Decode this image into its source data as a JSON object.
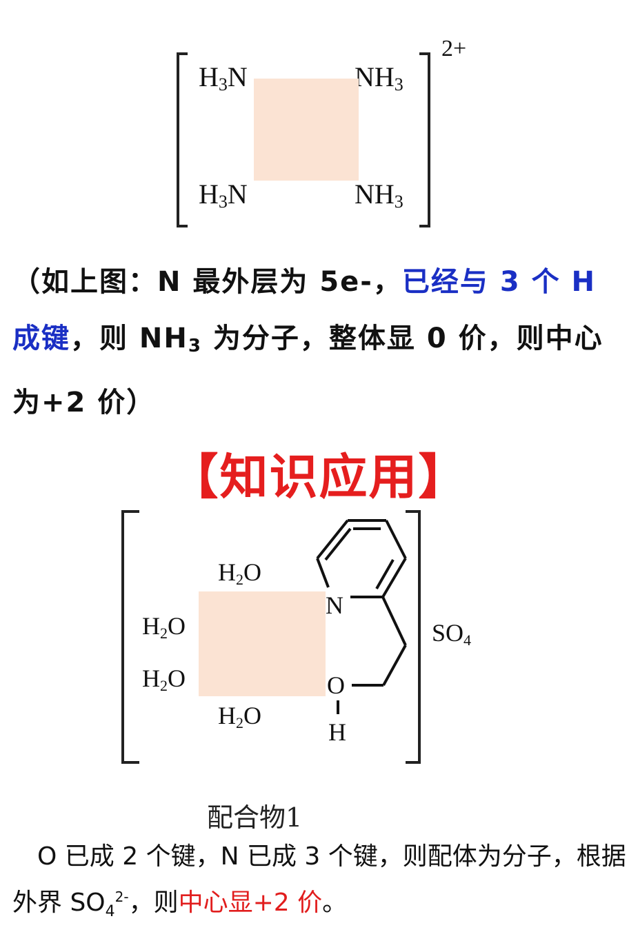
{
  "complex1": {
    "ligand_tl_main": "H",
    "ligand_tl_sub": "3",
    "ligand_tl_end": "N",
    "ligand_tr_main": "NH",
    "ligand_tr_sub": "3",
    "ligand_bl_main": "H",
    "ligand_bl_sub": "3",
    "ligand_bl_end": "N",
    "ligand_br_main": "NH",
    "ligand_br_sub": "3",
    "charge": "2+"
  },
  "explanation": {
    "part1": "（如上图：N 最外层为 5e-，",
    "part2_blue": "已经与 3 个 H 成键",
    "part3": "，则 NH",
    "part3_sub": "3",
    "part4": " 为分子，整体显 0 价，则中心为+2 价）"
  },
  "section_title": "【知识应用】",
  "complex2": {
    "h2o_top_main": "H",
    "h2o_top_sub": "2",
    "h2o_top_end": "O",
    "h2o_left1_main": "H",
    "h2o_left1_sub": "2",
    "h2o_left1_end": "O",
    "h2o_left2_main": "H",
    "h2o_left2_sub": "2",
    "h2o_left2_end": "O",
    "h2o_bottom_main": "H",
    "h2o_bottom_sub": "2",
    "h2o_bottom_end": "O",
    "n_label": "N",
    "o_label": "O",
    "h_label": "H",
    "counterion_main": "SO",
    "counterion_sub": "4",
    "caption": "配合物1"
  },
  "conclusion": {
    "part1": "O 已成 2 个键，N 已成 3 个键，则配体为分子，根据外界 SO",
    "part1_sub": "4",
    "part1_sup": "2-",
    "part2": "，则",
    "part3_red": "中心显+2 价",
    "part4": "。"
  },
  "colors": {
    "mask": "#fbe3d3",
    "blue": "#1a2fc4",
    "red": "#e11d1d"
  }
}
